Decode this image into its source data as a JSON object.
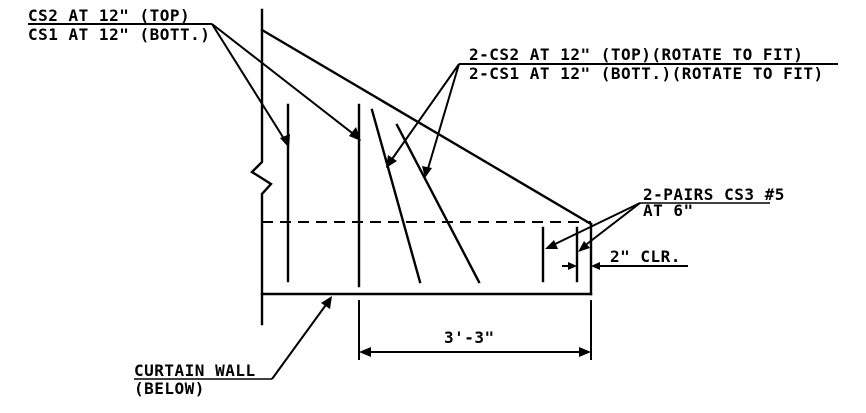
{
  "notes": {
    "top_left": {
      "line1": "CS2 AT 12\" (TOP)",
      "line2": "CS1 AT 12\" (BOTT.)"
    },
    "top_right": {
      "line1": "2-CS2 AT 12\" (TOP)(ROTATE TO FIT)",
      "line2": "2-CS1 AT 12\" (BOTT.)(ROTATE TO FIT)"
    },
    "right_pairs": {
      "line1": "2-PAIRS CS3 #5",
      "line2": "AT 6\""
    },
    "clearance": "2\" CLR.",
    "dimension": "3'-3\"",
    "bottom_left": {
      "line1": "CURTAIN WALL",
      "line2": "(BELOW)"
    }
  }
}
